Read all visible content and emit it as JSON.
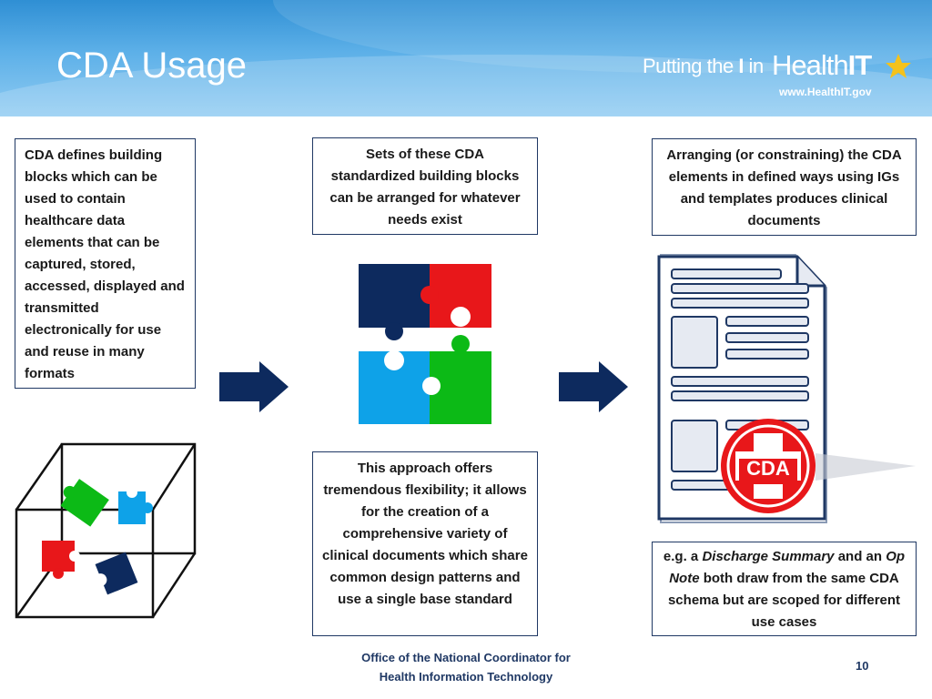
{
  "slide": {
    "title": "CDA Usage",
    "page_number": "10"
  },
  "logo": {
    "text_putting": "Putting the",
    "text_i": "I",
    "text_in": " in",
    "text_health": "Health",
    "text_it": "IT",
    "url": "www.HealthIT.gov"
  },
  "boxes": {
    "building_blocks": "CDA defines building blocks which can be used to contain healthcare data elements that can be captured, stored, accessed, displayed and transmitted electronically for use and reuse in many formats",
    "sets": "Sets of these CDA standardized building blocks can be arranged for whatever needs exist",
    "arranging": "Arranging (or constraining) the CDA  elements in defined ways using IGs and templates produces clinical documents",
    "approach": "This approach offers tremendous flexibility; it allows for the creation of a comprehensive variety of clinical documents which share common design patterns and use a single base standard",
    "example_prefix": "e.g. a ",
    "example_discharge": "Discharge Summary",
    "example_and": " and an ",
    "example_opnote": "Op Note",
    "example_suffix": " both draw from the same CDA schema but are scoped for different use cases"
  },
  "document_badge": "CDA",
  "footer": {
    "line1": "Office of the National Coordinator for",
    "line2": "Health Information Technology"
  },
  "colors": {
    "navy": "#0d2a5e",
    "red": "#e8171a",
    "blue": "#0ea2e8",
    "green": "#0cba16",
    "arrow": "#0d2a5e"
  }
}
